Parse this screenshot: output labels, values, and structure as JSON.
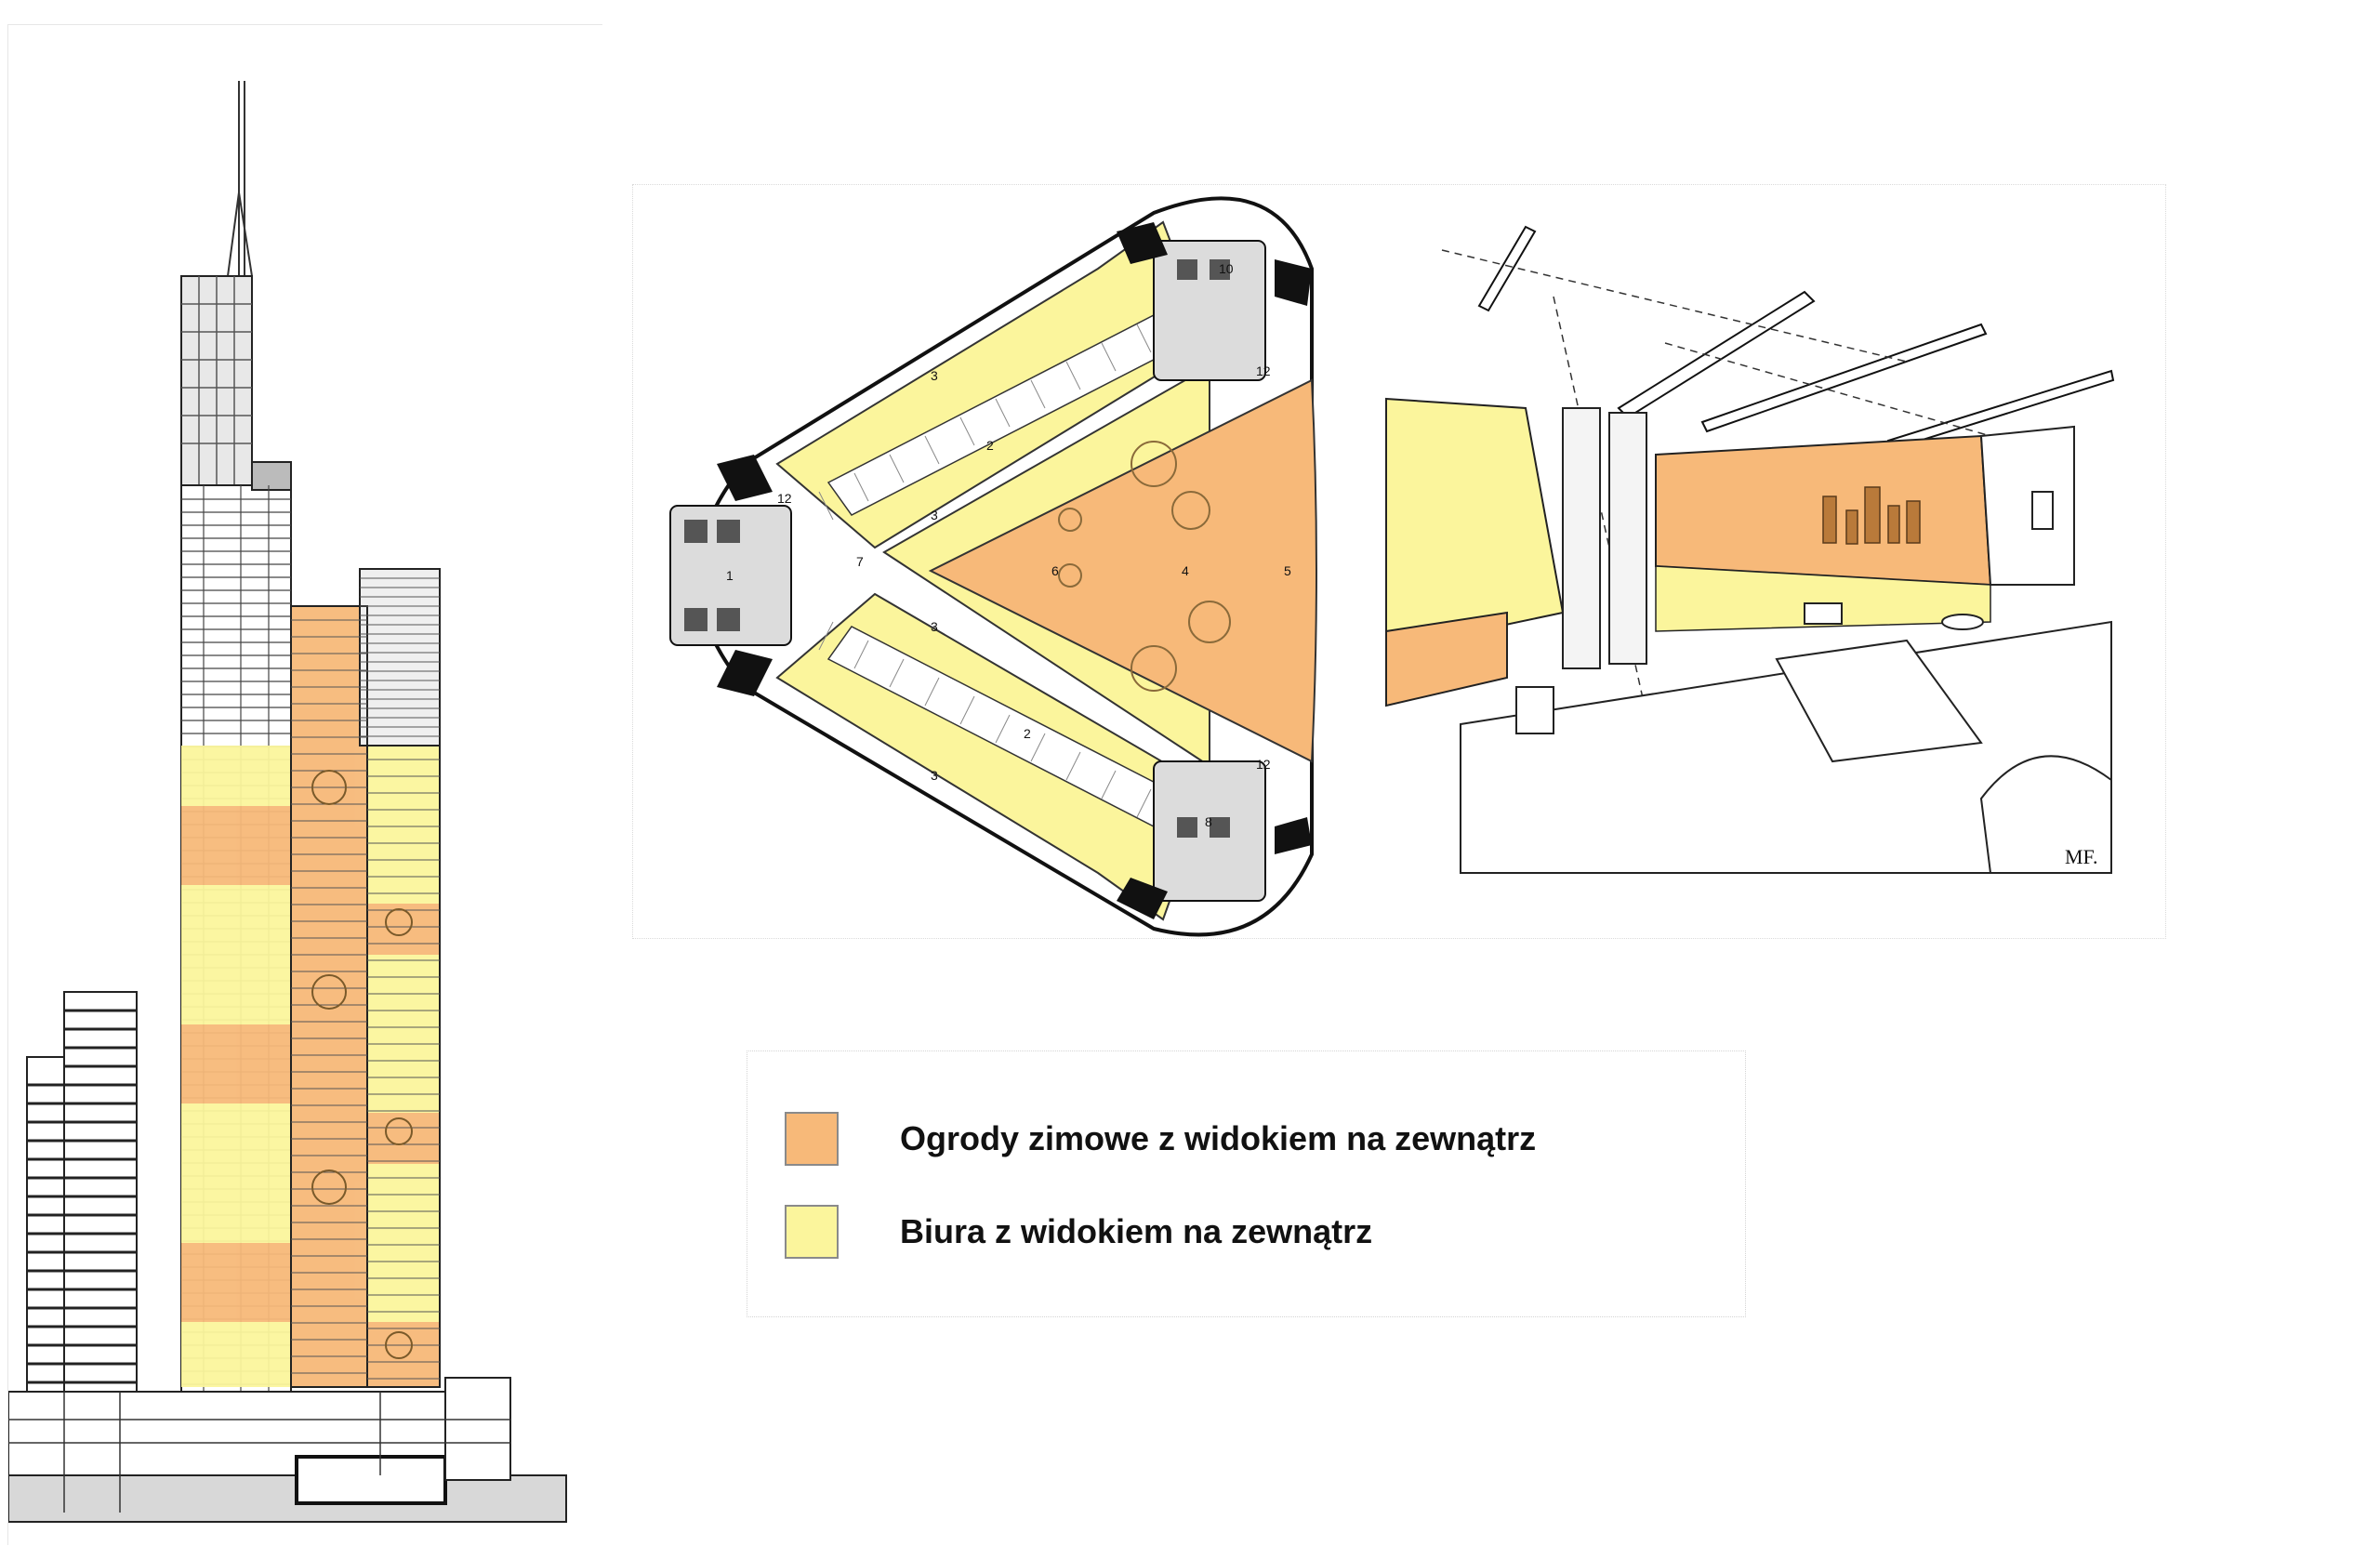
{
  "colors": {
    "winter_garden": "#f7b979",
    "office": "#fbf59c",
    "line": "#1a1a1a"
  },
  "legend": {
    "items": [
      {
        "label": "Ogrody zimowe z widokiem na zewnątrz",
        "color": "#f7b979"
      },
      {
        "label": "Biura z widokiem na zewnątrz",
        "color": "#fbf59c"
      }
    ]
  },
  "plan": {
    "zone_numbers": [
      "1",
      "2",
      "2",
      "3",
      "3",
      "3",
      "3",
      "4",
      "5",
      "6",
      "7",
      "8",
      "10",
      "12",
      "12",
      "12"
    ]
  },
  "sketch": {
    "signature": "MF."
  }
}
